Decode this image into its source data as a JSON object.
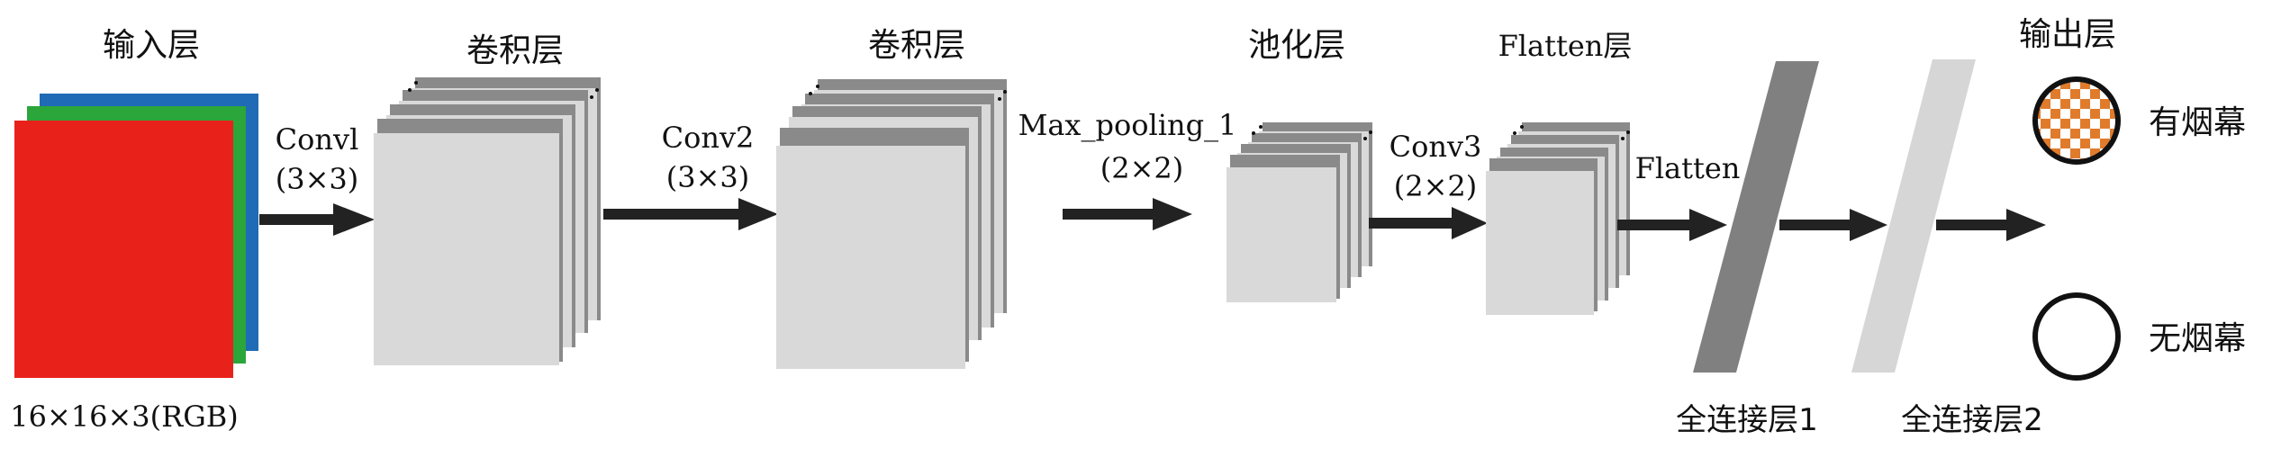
{
  "colors": {
    "arrow": "#222222",
    "map_fill": "#d9d9d9",
    "map_back": "#8a8a8a",
    "fc1": "#808080",
    "fc2": "#d6d6d6",
    "red": "#e8221b",
    "green": "#2aa63b",
    "blue": "#1f6bb5",
    "checker": "#e07b2c"
  },
  "layers": {
    "input": {
      "title": "输入层",
      "caption": "16×16×3(RGB)"
    },
    "conv1": {
      "title": "卷积层"
    },
    "conv2": {
      "title": "卷积层"
    },
    "pool": {
      "title": "池化层"
    },
    "flatten": {
      "title": "Flatten层"
    },
    "fc1": {
      "caption": "全连接层1"
    },
    "fc2": {
      "caption": "全连接层2"
    },
    "output": {
      "title": "输出层",
      "class1": "有烟幕",
      "class2": "无烟幕"
    }
  },
  "operations": {
    "conv1": {
      "name": "Convl",
      "kernel": "(3×3)"
    },
    "conv2": {
      "name": "Conv2",
      "kernel": "(3×3)"
    },
    "pool": {
      "name": "Max_pooling_1",
      "kernel": "(2×2)"
    },
    "conv3": {
      "name": "Conv3",
      "kernel": "(2×2)"
    },
    "flatten": {
      "name": "Flatten"
    }
  }
}
